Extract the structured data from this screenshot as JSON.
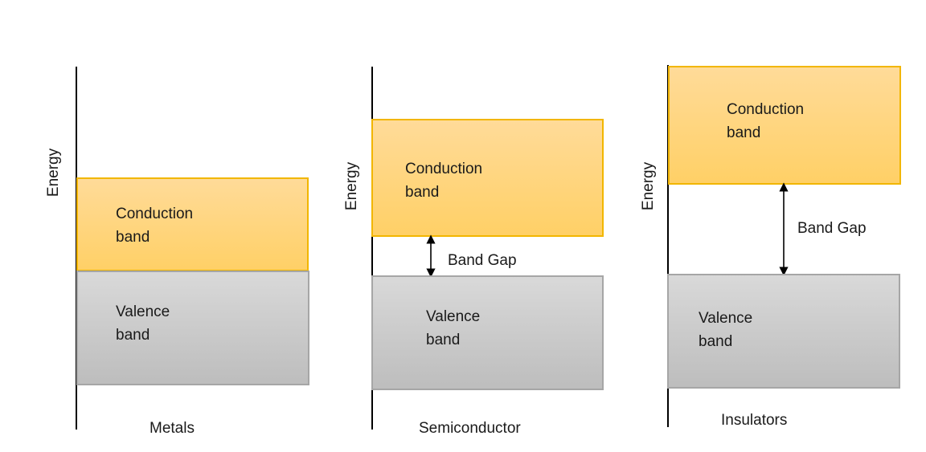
{
  "colors": {
    "conduction_top": "#ffdb99",
    "conduction_bottom": "#ffd066",
    "conduction_border": "#f2b600",
    "valence_top": "#d9d9d9",
    "valence_bottom": "#bdbdbd",
    "valence_border": "#a6a6a6"
  },
  "panels": {
    "metals": {
      "axis_label": "Energy",
      "conduction_line1": "Conduction",
      "conduction_line2": "band",
      "valence_line1": "Valence",
      "valence_line2": "band",
      "caption": "Metals"
    },
    "semiconductor": {
      "axis_label": "Energy",
      "conduction_line1": "Conduction",
      "conduction_line2": "band",
      "gap_label": "Band Gap",
      "valence_line1": "Valence",
      "valence_line2": "band",
      "caption": "Semiconductor"
    },
    "insulators": {
      "axis_label": "Energy",
      "conduction_line1": "Conduction",
      "conduction_line2": "band",
      "gap_label": "Band Gap",
      "valence_line1": "Valence",
      "valence_line2": "band",
      "caption": "Insulators"
    }
  }
}
